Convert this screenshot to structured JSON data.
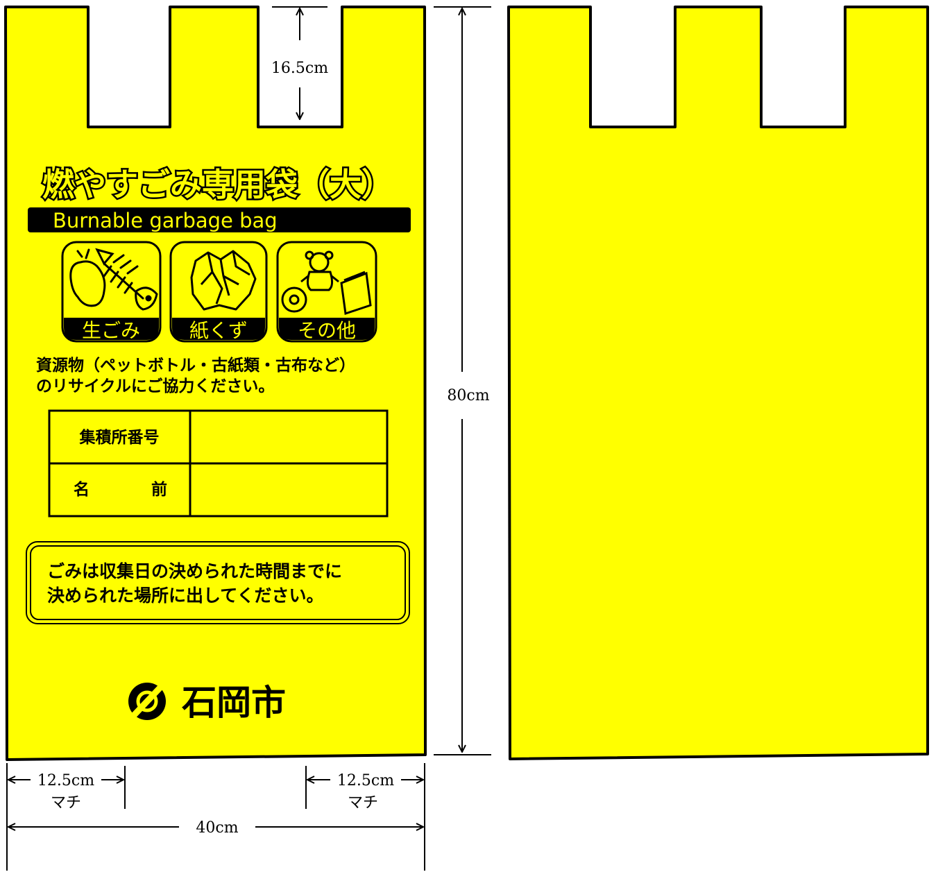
{
  "bag": {
    "title": "燃やすごみ専用袋（大）",
    "subtitle_en": "Burnable garbage bag",
    "categories": [
      {
        "label": "生ごみ",
        "icon": "food-waste-icon"
      },
      {
        "label": "紙くず",
        "icon": "paper-waste-icon"
      },
      {
        "label": "その他",
        "icon": "other-waste-icon"
      }
    ],
    "recycle_line1": "資源物（ペットボトル・古紙類・古布など）",
    "recycle_line2": "のリサイクルにご協力ください。",
    "form": {
      "row1_label": "集積所番号",
      "row2_label_a": "名",
      "row2_label_b": "前"
    },
    "notice_line1": "ごみは収集日の決められた時間までに",
    "notice_line2": "決められた場所に出してください。",
    "city_name": "石岡市"
  },
  "dimensions": {
    "handle_cut": "16.5cm",
    "height": "80cm",
    "gusset_left": "12.5cm",
    "gusset_right": "12.5cm",
    "gusset_label_left": "マチ",
    "gusset_label_right": "マチ",
    "width": "40cm"
  },
  "colors": {
    "bag": "#ffff00",
    "outline": "#000000"
  }
}
